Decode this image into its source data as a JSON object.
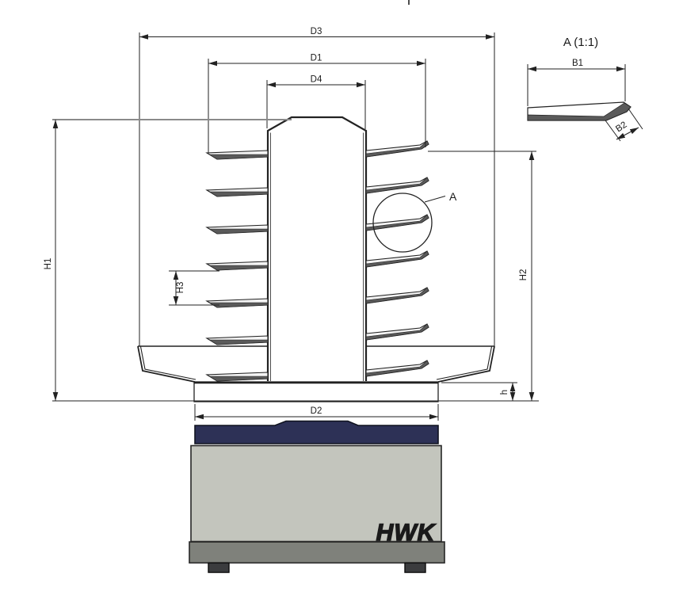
{
  "drawing": {
    "detail_view_title": "A (1:1)",
    "detail_callout_label": "A",
    "brand_logo": "HWK",
    "dims": {
      "d3": "D3",
      "d1": "D1",
      "d4": "D4",
      "d2": "D2",
      "h1": "H1",
      "h2": "H2",
      "h3": "H3",
      "h_small": "h",
      "b1": "B1",
      "b2": "B2"
    }
  },
  "colors": {
    "line": "#222222",
    "ext_gray": "#8a8a8a",
    "fin_dark": "#5a5a5a",
    "navy_plate": "#2d3156",
    "machine_body": "#c3c5bd",
    "machine_base": "#7f817b",
    "feet": "#3b3c3e",
    "logo_gray": "#8f9092"
  }
}
